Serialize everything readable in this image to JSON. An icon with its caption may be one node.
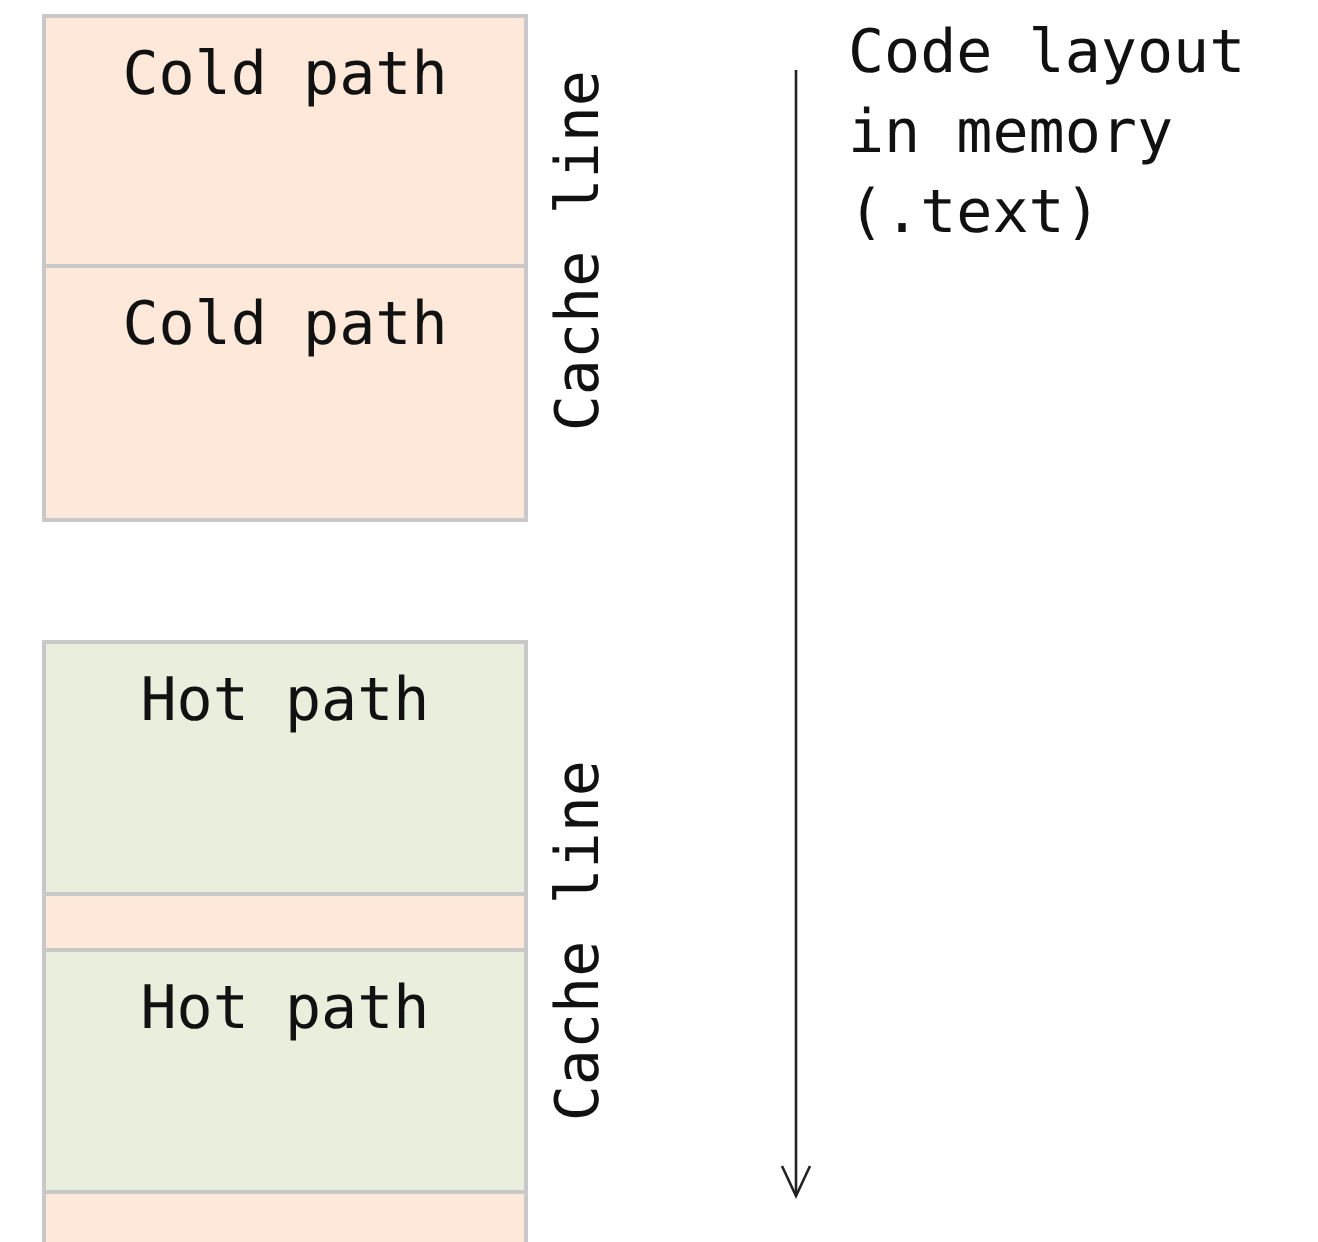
{
  "diagram": {
    "nodes": [
      {
        "text": [
          "Cold path"
        ]
      },
      {
        "text": [
          "Cold path"
        ]
      },
      {
        "text": [
          "Hot path"
        ]
      },
      {
        "text": [],
        "shape": "box"
      },
      {
        "text": [
          "Hot path"
        ]
      },
      {
        "text": [],
        "shape": "box"
      }
    ],
    "labels": [
      "Cache line",
      "Cache line",
      "Code layout in memory (.text)"
    ]
  }
}
